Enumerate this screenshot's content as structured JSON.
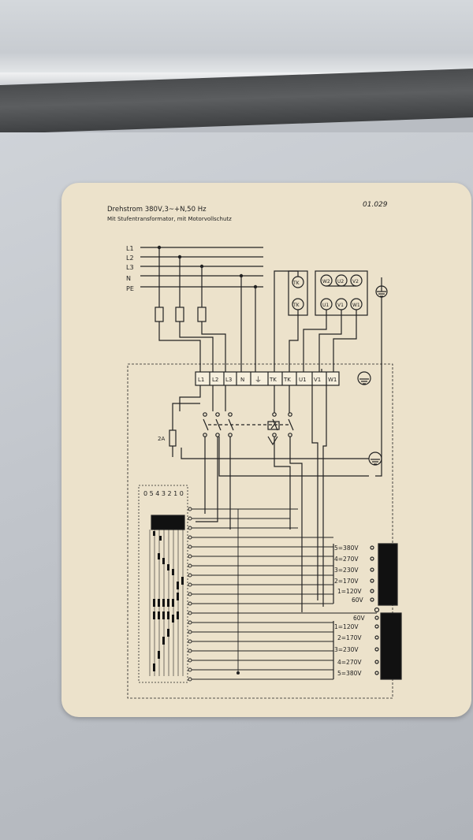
{
  "plate": {
    "title_line1": "Drehstrom 380V,3~+N,50 Hz",
    "title_line2": "Mit Stufentransformator, mit Motorvollschutz",
    "number": "01.029"
  },
  "supply_labels": [
    "L1",
    "L2",
    "L3",
    "N",
    "PE"
  ],
  "terminals": [
    "L1",
    "L2",
    "L3",
    "N",
    "⏚",
    "TK",
    "TK",
    "U1",
    "V1",
    "W1"
  ],
  "motor_top_terminals": [
    "W2",
    "U2",
    "V2"
  ],
  "motor_bottom_terminals": [
    "U1",
    "V1",
    "W1"
  ],
  "thermal_contacts": [
    "TK",
    "TK"
  ],
  "fuse_label": "2A",
  "selector_positions": "0 5 4 3 2 1 0",
  "taps_upper": [
    "5=380V",
    "4=270V",
    "3=230V",
    "2=170V",
    "1=120V",
    "60V"
  ],
  "taps_lower": [
    "60V",
    "1=120V",
    "2=170V",
    "3=230V",
    "4=270V",
    "5=380V"
  ],
  "colors": {
    "card": "#ece2cb",
    "ink": "#222222",
    "metal": "#c2c6cc",
    "gasket": "#4a4c4e"
  }
}
